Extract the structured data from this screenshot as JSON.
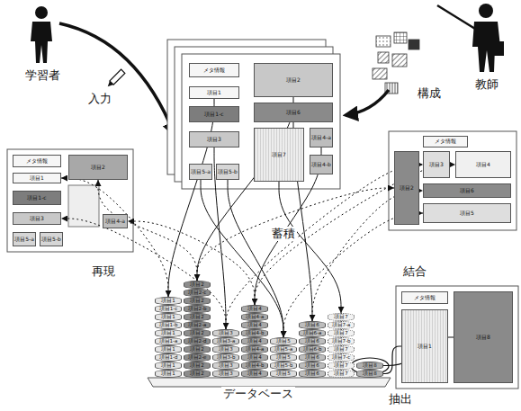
{
  "diagram": {
    "nodes": [
      {
        "text": [
          "メタ情報"
        ]
      },
      {
        "text": [
          "項目2"
        ]
      },
      {
        "text": [
          "項目1"
        ]
      },
      {
        "text": [
          "項目1-c"
        ]
      },
      {
        "text": [
          "項目6"
        ]
      },
      {
        "text": [
          "項目3"
        ]
      },
      {
        "text": [
          "項目7"
        ]
      },
      {
        "text": [
          "項目4-a"
        ]
      },
      {
        "text": [
          "項目4-b"
        ]
      },
      {
        "text": [
          "項目5-a"
        ]
      },
      {
        "text": [
          "項目5-b"
        ]
      },
      {
        "text": [
          "メタ情報"
        ]
      },
      {
        "text": [
          "項目2"
        ]
      },
      {
        "text": [
          "項目1"
        ]
      },
      {
        "text": [
          "項目1-c"
        ]
      },
      {
        "text": [
          "項目3"
        ]
      },
      {
        "text": [
          "項目4-a"
        ]
      },
      {
        "text": [
          "項目5-a"
        ]
      },
      {
        "text": [
          "項目5-b"
        ]
      },
      {
        "text": [
          "メタ情報"
        ]
      },
      {
        "text": [
          "項目2"
        ]
      },
      {
        "text": [
          "項目3"
        ]
      },
      {
        "text": [
          "項目4"
        ]
      },
      {
        "text": [
          "項目6"
        ]
      },
      {
        "text": [
          "項目5"
        ]
      },
      {
        "text": [
          "項目1"
        ]
      },
      {
        "text": [
          "項目1-c"
        ]
      },
      {
        "text": [
          "項目1"
        ]
      },
      {
        "text": [
          "項目1-b"
        ]
      },
      {
        "text": [
          "項目1"
        ]
      },
      {
        "text": [
          "項目1-a"
        ]
      },
      {
        "text": [
          "項目1"
        ]
      },
      {
        "text": [
          "項目1-d"
        ]
      },
      {
        "text": [
          "項目1"
        ]
      },
      {
        "text": [
          "項目1"
        ]
      },
      {
        "text": [
          "項目2"
        ]
      },
      {
        "text": [
          "項目2-c"
        ]
      },
      {
        "text": [
          "項目2"
        ]
      },
      {
        "text": [
          "項目2-b"
        ]
      },
      {
        "text": [
          "項目2"
        ]
      },
      {
        "text": [
          "項目2-a"
        ]
      },
      {
        "text": [
          "項目2"
        ]
      },
      {
        "text": [
          "項目2-d"
        ]
      },
      {
        "text": [
          "項目2"
        ]
      },
      {
        "text": [
          "項目2-e"
        ]
      },
      {
        "text": [
          "項目2"
        ]
      },
      {
        "text": [
          "項目2"
        ]
      },
      {
        "text": [
          "項目3"
        ]
      },
      {
        "text": [
          "項目3-a"
        ]
      },
      {
        "text": [
          "項目3"
        ]
      },
      {
        "text": [
          "項目3-b"
        ]
      },
      {
        "text": [
          "項目3"
        ]
      },
      {
        "text": [
          "項目3"
        ]
      },
      {
        "text": [
          "項目4"
        ]
      },
      {
        "text": [
          "項目4-a"
        ]
      },
      {
        "text": [
          "項目4"
        ]
      },
      {
        "text": [
          "項目4-b"
        ]
      },
      {
        "text": [
          "項目4"
        ]
      },
      {
        "text": [
          "項目4-a"
        ]
      },
      {
        "text": [
          "項目4"
        ]
      },
      {
        "text": [
          "項目4-b"
        ]
      },
      {
        "text": [
          "項目4"
        ]
      },
      {
        "text": [
          "項目5"
        ]
      },
      {
        "text": [
          "項目5-a"
        ]
      },
      {
        "text": [
          "項目5"
        ]
      },
      {
        "text": [
          "項目5-b"
        ]
      },
      {
        "text": [
          "項目5"
        ]
      },
      {
        "text": [
          "項目6"
        ]
      },
      {
        "text": [
          "項目6-a"
        ]
      },
      {
        "text": [
          "項目6"
        ]
      },
      {
        "text": [
          "項目6-b"
        ]
      },
      {
        "text": [
          "項目6"
        ]
      },
      {
        "text": [
          "項目6"
        ]
      },
      {
        "text": [
          "項目6"
        ]
      },
      {
        "text": [
          "項目7"
        ]
      },
      {
        "text": [
          "項目7-a"
        ]
      },
      {
        "text": [
          "項目7"
        ]
      },
      {
        "text": [
          "項目7-b"
        ]
      },
      {
        "text": [
          "項目7"
        ]
      },
      {
        "text": [
          "項目7-c"
        ]
      },
      {
        "text": [
          "項目7"
        ]
      },
      {
        "text": [
          "項目7"
        ]
      },
      {
        "text": [
          "項目8"
        ]
      },
      {
        "text": [
          "項目8"
        ]
      },
      {
        "text": [
          "メタ情報"
        ]
      },
      {
        "text": [
          "項目1"
        ]
      },
      {
        "text": [
          "項目8"
        ]
      }
    ],
    "edges": [
      {
        "from": 2,
        "to": 25,
        "arrow": "to"
      },
      {
        "from": 1,
        "to": 35,
        "arrow": "to"
      },
      {
        "from": 5,
        "to": 47,
        "arrow": "to"
      },
      {
        "from": 7,
        "to": 53,
        "arrow": "to"
      },
      {
        "from": 9,
        "to": 62,
        "arrow": "to"
      },
      {
        "from": 10,
        "to": 62,
        "arrow": "to"
      },
      {
        "from": 4,
        "to": 67,
        "arrow": "to"
      },
      {
        "from": 6,
        "to": 74,
        "arrow": "to"
      },
      {
        "from": 25,
        "to": 13,
        "arrow": "to"
      },
      {
        "from": 35,
        "to": 12,
        "arrow": "to"
      },
      {
        "from": 47,
        "to": 15,
        "arrow": "to"
      },
      {
        "from": 53,
        "to": 16,
        "arrow": "to"
      },
      {
        "from": 35,
        "to": 20,
        "arrow": "to"
      },
      {
        "from": 47,
        "to": 21,
        "arrow": "to"
      },
      {
        "from": 53,
        "to": 22,
        "arrow": "to"
      },
      {
        "from": 67,
        "to": 23,
        "arrow": "to"
      },
      {
        "from": 62,
        "to": 24,
        "arrow": "to"
      },
      {
        "from": 82,
        "to": 86,
        "arrow": "none"
      },
      {
        "from": 83,
        "to": 85,
        "arrow": "none"
      }
    ],
    "labels": [
      "学習者",
      "入力",
      "構成",
      "教師",
      "再現",
      "蓄積",
      "結合",
      "抽出",
      "データベース"
    ]
  }
}
